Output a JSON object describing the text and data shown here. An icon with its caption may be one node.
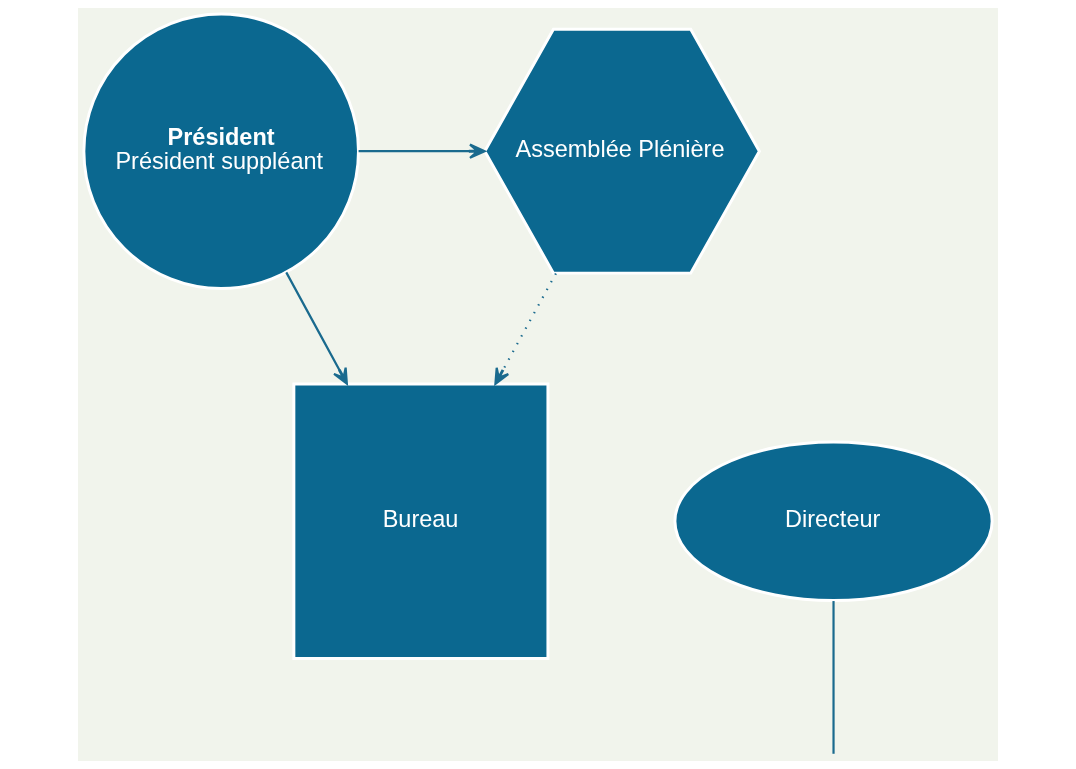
{
  "diagram": {
    "nodes": [
      {
        "text": [
          "Assemblée Plénière"
        ]
      },
      {
        "text": [
          "Président",
          "Président suppléant"
        ]
      },
      {
        "text": [
          "Bureau"
        ]
      },
      {
        "text": [
          "Directeur"
        ]
      }
    ],
    "edges": [
      {
        "from": 1,
        "to": 0,
        "arrow": "to"
      },
      {
        "from": 0,
        "to": 2,
        "arrow": "to",
        "style": "dashed"
      },
      {
        "from": 1,
        "to": 2,
        "arrow": "to"
      },
      {
        "from": 3,
        "to": null,
        "arrow": "none"
      }
    ]
  }
}
